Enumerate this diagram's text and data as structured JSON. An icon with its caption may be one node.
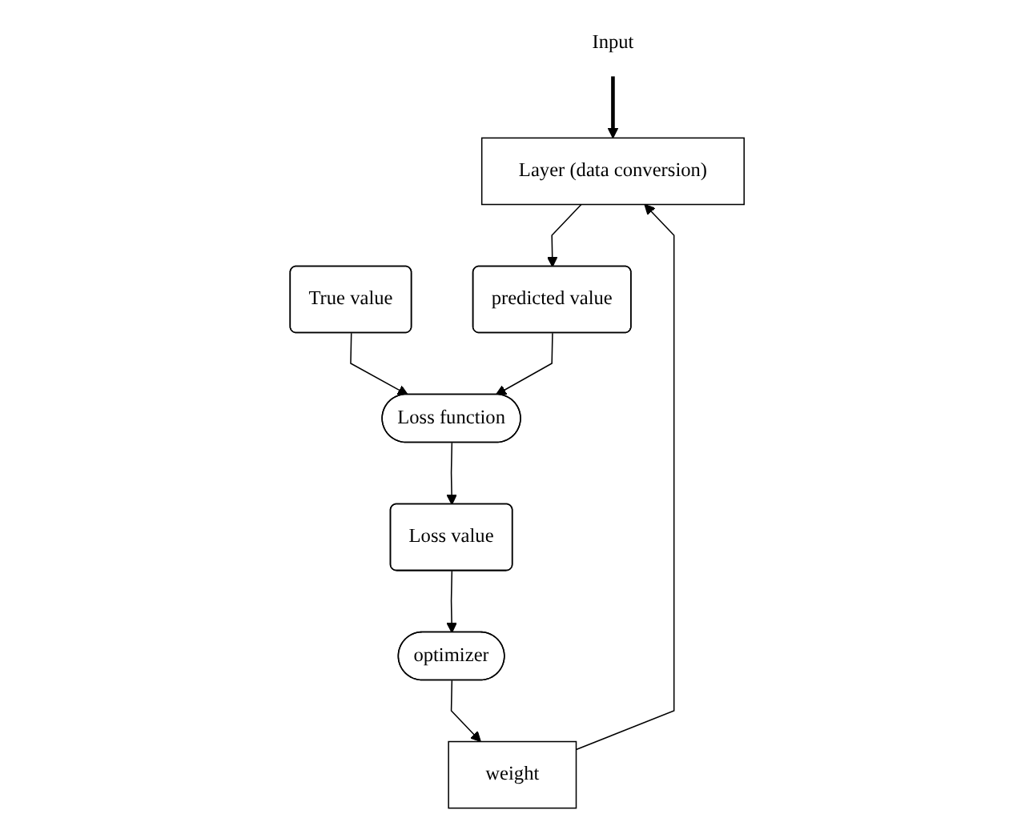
{
  "diagram": {
    "nodes": [
      {
        "text": [
          "Input"
        ]
      },
      {
        "text": [
          "Layer (data conversion)"
        ]
      },
      {
        "text": [
          "weight"
        ]
      },
      {
        "text": [
          "True value"
        ]
      },
      {
        "text": [
          "predicted value"
        ]
      },
      {
        "text": [
          "Loss function"
        ]
      },
      {
        "text": [
          "optimizer"
        ]
      },
      {
        "text": [
          "Loss value"
        ]
      }
    ],
    "edges": [
      {
        "from": 0,
        "to": 1,
        "arrow": "to",
        "style": "thick"
      },
      {
        "from": 2,
        "to": 1,
        "arrow": "to"
      },
      {
        "from": 1,
        "to": 4,
        "arrow": "to"
      },
      {
        "from": 3,
        "to": 5,
        "arrow": "to"
      },
      {
        "from": 4,
        "to": 5,
        "arrow": "to"
      },
      {
        "from": 5,
        "to": 7,
        "arrow": "to"
      },
      {
        "from": 7,
        "to": 6,
        "arrow": "to"
      },
      {
        "from": 6,
        "to": 2,
        "arrow": "to"
      }
    ]
  }
}
